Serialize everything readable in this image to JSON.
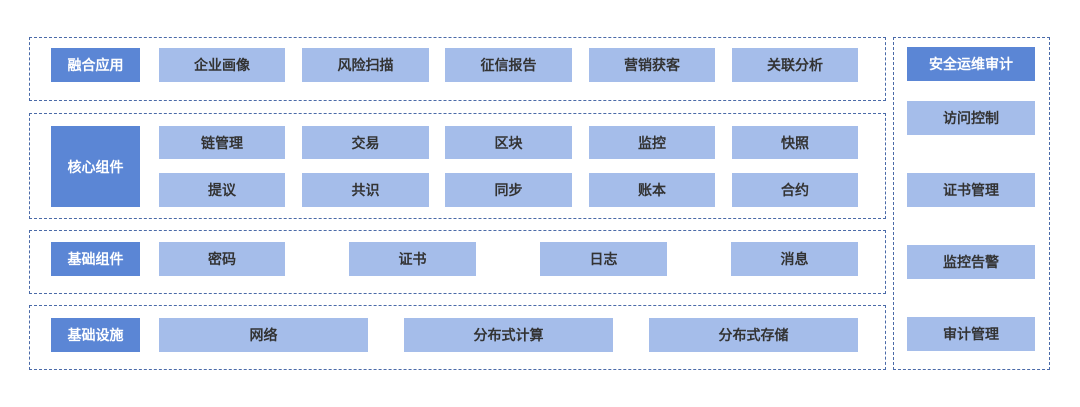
{
  "layers": {
    "fusion": {
      "label": "融合应用",
      "items": [
        "企业画像",
        "风险扫描",
        "征信报告",
        "营销获客",
        "关联分析"
      ]
    },
    "core": {
      "label": "核心组件",
      "row1": [
        "链管理",
        "交易",
        "区块",
        "监控",
        "快照"
      ],
      "row2": [
        "提议",
        "共识",
        "同步",
        "账本",
        "合约"
      ]
    },
    "basic": {
      "label": "基础组件",
      "items": [
        "密码",
        "证书",
        "日志",
        "消息"
      ]
    },
    "infra": {
      "label": "基础设施",
      "items": [
        "网络",
        "分布式计算",
        "分布式存储"
      ]
    }
  },
  "security": {
    "label": "安全运维审计",
    "items": [
      "访问控制",
      "证书管理",
      "监控告警",
      "审计管理"
    ]
  }
}
